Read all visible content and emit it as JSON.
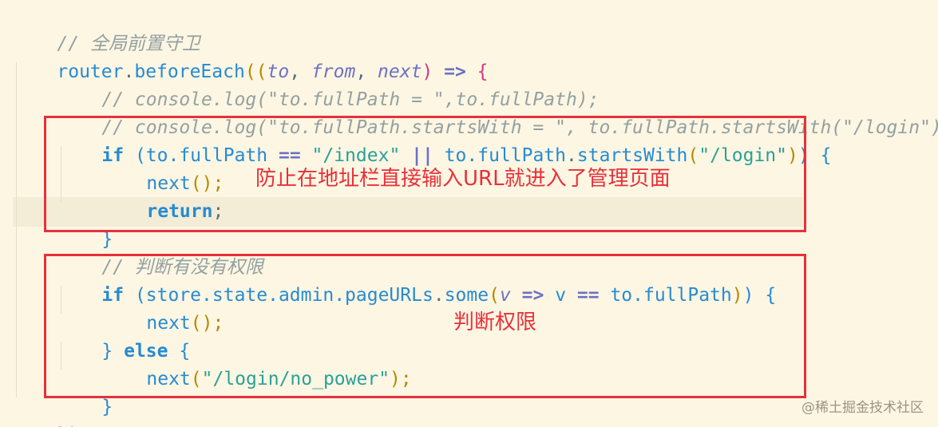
{
  "code": {
    "l1_comment": "// 全局前置守卫",
    "l2": {
      "router": "router",
      "dot": ".",
      "method": "beforeEach",
      "open": "((",
      "p_to": "to",
      "c1": ", ",
      "p_from": "from",
      "c2": ", ",
      "p_next": "next",
      "close": ")",
      "arrow": " => ",
      "brace": "{"
    },
    "l3_comment": "// console.log(\"to.fullPath = \",to.fullPath);",
    "l4_comment": "// console.log(\"to.fullPath.startsWith = \", to.fullPath.startsWith(\"/login\"));",
    "l5": {
      "kw_if": "if",
      "paren_open": " (",
      "to1": "to.fullPath",
      "eq": " == ",
      "str_index": "\"/index\"",
      "or": " || ",
      "to2": "to.fullPath",
      "dot": ".",
      "starts": "startsWith",
      "p_open": "(",
      "str_login": "\"/login\"",
      "p_close": ")",
      "paren_close": ")",
      "brace": " {"
    },
    "l6": {
      "next": "next",
      "call": "();"
    },
    "l7": {
      "kw_return": "return",
      "semi": ";"
    },
    "l8": "}",
    "l9_comment": "// 判断有没有权限",
    "l10": {
      "kw_if": "if",
      "paren_open": " (",
      "obj": "store.state.admin.pageURLs",
      "dot": ".",
      "some": "some",
      "p_open": "(",
      "v1": "v",
      "arrow": " => ",
      "v2": "v",
      "eq": " == ",
      "to": "to.fullPath",
      "p_close": ")",
      "paren_close": ")",
      "brace": " {"
    },
    "l11": {
      "next": "next",
      "call": "();"
    },
    "l12": {
      "close": "} ",
      "kw_else": "else",
      "brace": " {"
    },
    "l13": {
      "next": "next",
      "open": "(",
      "str": "\"/login/no_power\"",
      "close": ");"
    },
    "l14": "}",
    "l15": "})"
  },
  "annotations": {
    "box1_label": "防止在地址栏直接输入URL就进入了管理页面",
    "box2_label": "判断权限"
  },
  "watermark": "@稀土掘金技术社区",
  "colors": {
    "background": "#fdf6e3",
    "annotation_red": "#e8303a",
    "comment": "#93a1a1",
    "keyword": "#268bd2",
    "string": "#2aa198"
  }
}
